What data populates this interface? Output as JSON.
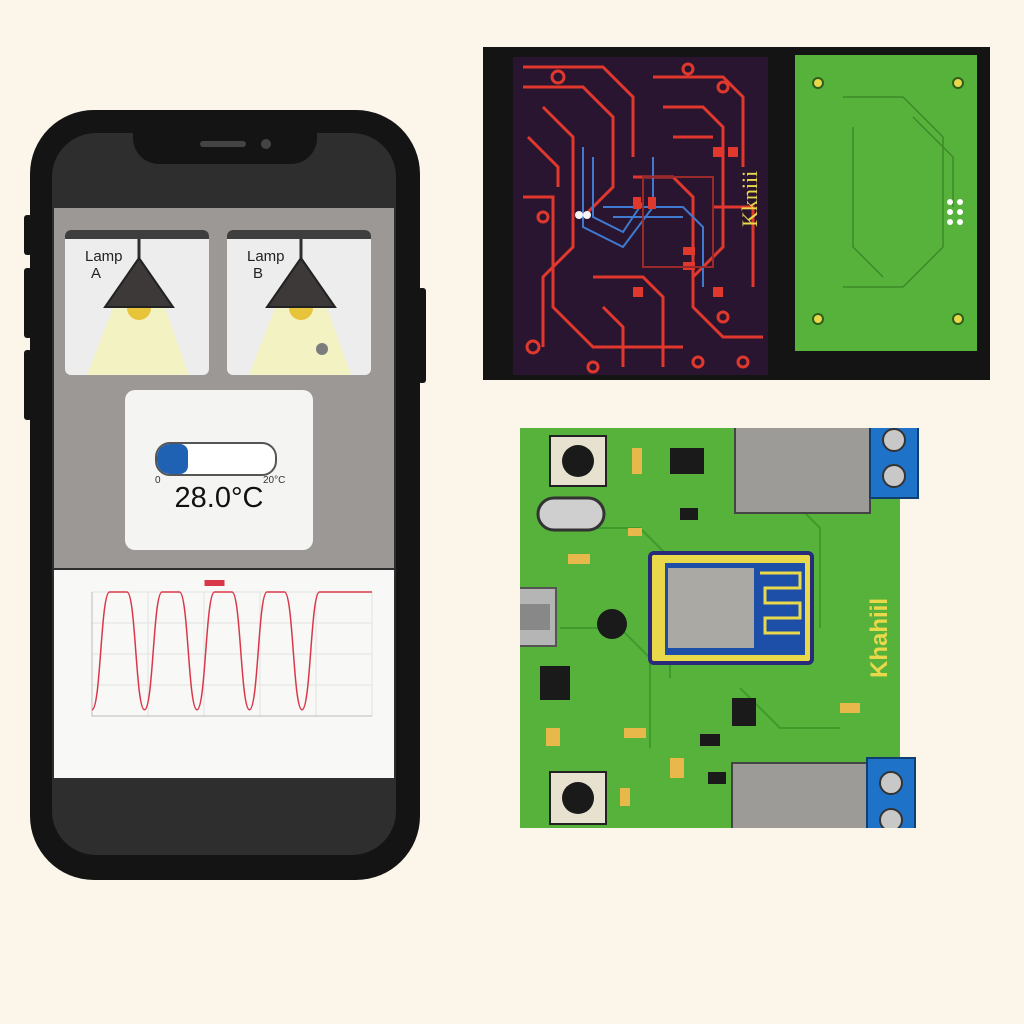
{
  "phone_app": {
    "lamps": [
      {
        "label_line1": "Lamp",
        "label_line2": "A",
        "state": "on"
      },
      {
        "label_line1": "Lamp",
        "label_line2": "B",
        "state": "on"
      }
    ],
    "thermostat": {
      "value": "28.0°C",
      "min_label": "0",
      "max_label": "20°C",
      "fill_fraction": 0.26
    },
    "chart_data": {
      "type": "line",
      "title": "",
      "xlabel": "",
      "ylabel": "",
      "ylim": [
        0,
        1
      ],
      "x": [
        0,
        1,
        2,
        3,
        4,
        5,
        6,
        7,
        8,
        9,
        10,
        11,
        12,
        13,
        14,
        15,
        16
      ],
      "series": [
        {
          "values": [
            0.05,
            1,
            1,
            0.05,
            1,
            1,
            0.05,
            1,
            1,
            0.05,
            1,
            1,
            0.05,
            1,
            1,
            1,
            1
          ]
        }
      ],
      "grid": true,
      "line_color": "#d9384a"
    }
  },
  "boards": {
    "dark_board_label": "Kkniii",
    "green_board_label": "Khahiil"
  },
  "colors": {
    "background": "#fcf5ea",
    "phone_body": "#141414",
    "thermo_fill": "#1f62b4",
    "pcb_green": "#56b23a",
    "pcb_trace_red": "#e0382c",
    "terminal_blue": "#1e73c8"
  }
}
